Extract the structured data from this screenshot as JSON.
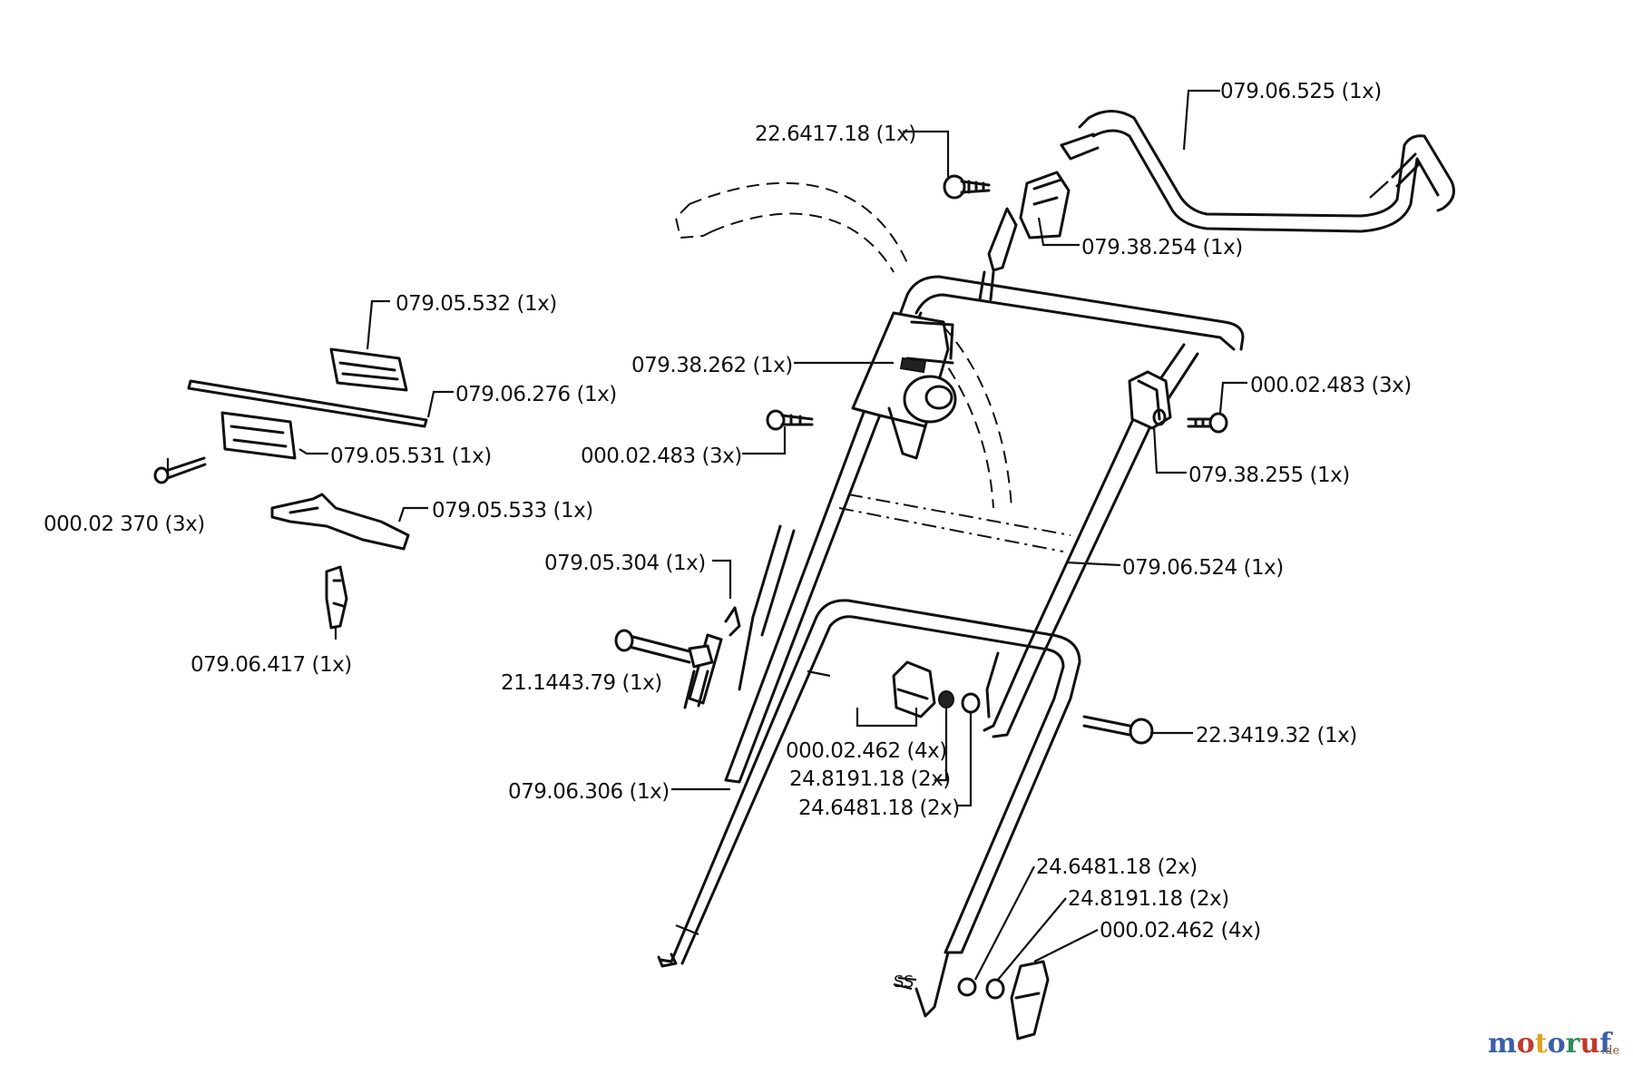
{
  "labels": {
    "p_079_06_525": "079.06.525  (1x)",
    "p_22_6417_18": "22.6417.18 (1x)",
    "p_079_38_254": "079.38.254 (1x)",
    "p_079_05_532": "079.05.532  (1x)",
    "p_079_06_276": "079.06.276  (1x)",
    "p_079_05_531": "079.05.531  (1x)",
    "p_000_02_370": "000.02 370 (3x)",
    "p_079_05_533": "079.05.533  (1x)",
    "p_079_06_417": "079.06.417    (1x)",
    "p_079_38_262": "079.38.262  (1x)",
    "p_000_02_483_left": "000.02.483 (3x)",
    "p_000_02_483_right": "000.02.483  (3x)",
    "p_079_38_255": "079.38.255  (1x)",
    "p_079_06_524": "079.06.524   (1x)",
    "p_079_05_304": "079.05.304  (1x)",
    "p_21_1443_79": "21.1443.79  (1x)",
    "p_000_02_462_mid": "000.02.462  (4x)",
    "p_24_8191_18_mid": "24.8191.18  (2x)",
    "p_24_6481_18_mid": "24.6481.18  (2x)",
    "p_22_3419_32": "22.3419.32  (1x)",
    "p_079_06_306": "079.06.306  (1x)",
    "p_24_6481_18_low": "24.6481.18  (2x)",
    "p_24_8191_18_low": "24.8191.18  (2x)",
    "p_000_02_462_low": "000.02.462    (4x)",
    "ss_mark": "SS"
  },
  "watermark": {
    "brand": "motoruf",
    "suffix": ".de",
    "colors": [
      "#3a5fa8",
      "#c0392b",
      "#e2a21b",
      "#3a5fa8",
      "#2e8b57",
      "#c0392b",
      "#3a5fa8"
    ]
  }
}
